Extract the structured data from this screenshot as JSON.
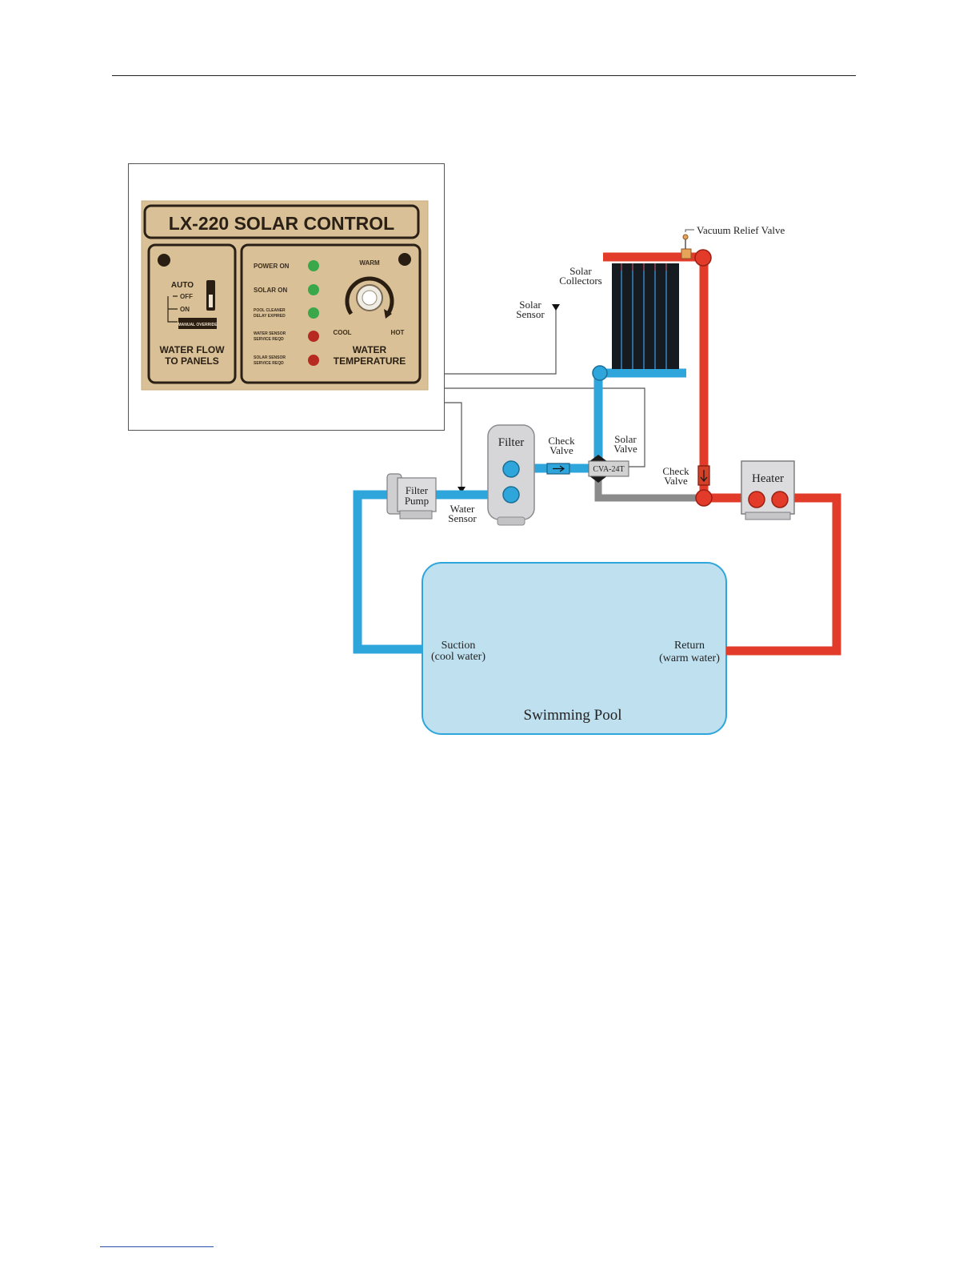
{
  "control_panel": {
    "title": "LX-220 SOLAR CONTROL",
    "switch_auto": "AUTO",
    "switch_off": "OFF",
    "switch_on": "ON",
    "switch_manual": "MANUAL OVERRIDE",
    "flow_line1": "WATER FLOW",
    "flow_line2": "TO PANELS",
    "led_power": "POWER ON",
    "led_solar": "SOLAR ON",
    "led_pool1": "POOL CLEANER",
    "led_pool2": "DELAY EXPIRED",
    "led_ws1": "WATER SENSOR",
    "led_ws2": "SERVICE REQD",
    "led_ss1": "SOLAR SENSOR",
    "led_ss2": "SERVICE REQD",
    "knob_warm": "WARM",
    "knob_cool": "COOL",
    "knob_hot": "HOT",
    "temp_line1": "WATER",
    "temp_line2": "TEMPERATURE"
  },
  "labels": {
    "vacuum_relief": "Vacuum Relief Valve",
    "solar_collectors_1": "Solar",
    "solar_collectors_2": "Collectors",
    "solar_sensor_1": "Solar",
    "solar_sensor_2": "Sensor",
    "filter": "Filter",
    "check_valve_1a": "Check",
    "check_valve_1b": "Valve",
    "solar_valve_1": "Solar",
    "solar_valve_2": "Valve",
    "cva": "CVA-24T",
    "check_valve_2a": "Check",
    "check_valve_2b": "Valve",
    "heater": "Heater",
    "filter_pump_1": "Filter",
    "filter_pump_2": "Pump",
    "water_sensor_1": "Water",
    "water_sensor_2": "Sensor",
    "suction_1": "Suction",
    "suction_2": "(cool water)",
    "return_1": "Return",
    "return_2": "(warm water)",
    "pool": "Swimming Pool"
  },
  "colors": {
    "cool_pipe": "#2ea6dc",
    "warm_pipe": "#e23b2a",
    "pool_fill": "#bfe0ef",
    "panel_bg": "#dcc49a"
  }
}
